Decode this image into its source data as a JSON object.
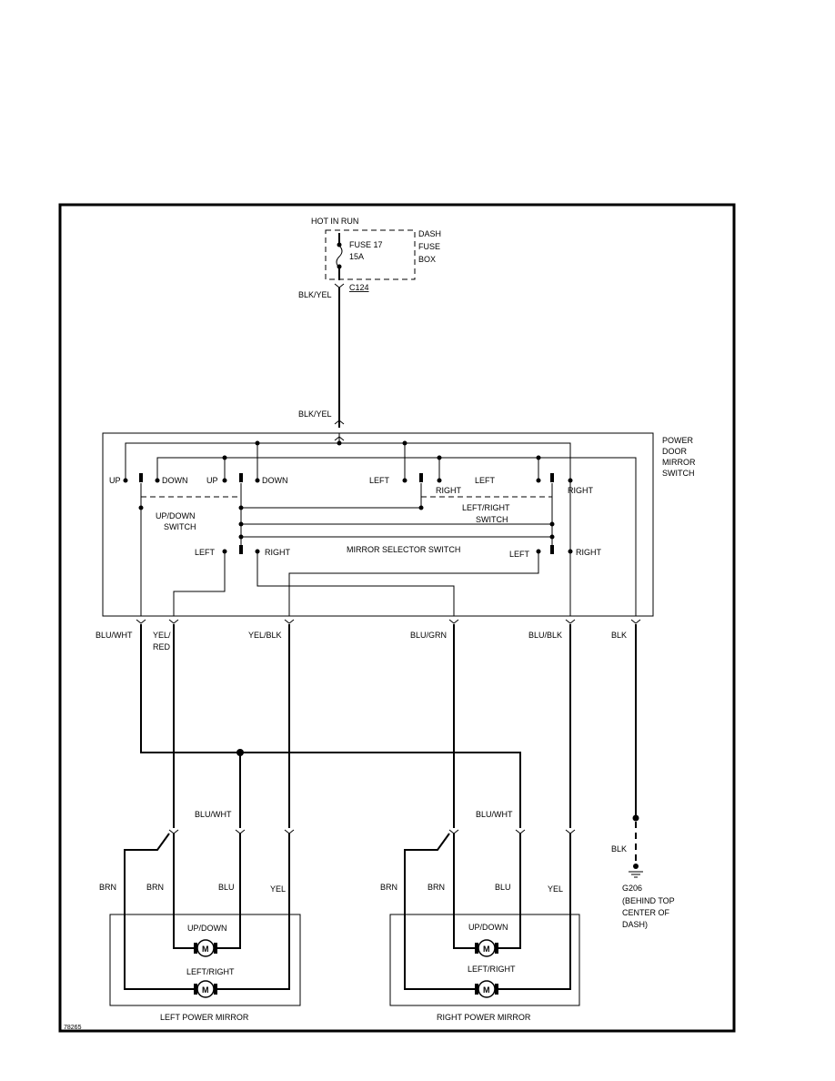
{
  "fuse": {
    "hot_label": "HOT IN RUN",
    "fuse_name": "FUSE 17",
    "fuse_rating": "15A",
    "box_line1": "DASH",
    "box_line2": "FUSE",
    "box_line3": "BOX",
    "connector": "C124"
  },
  "wires": {
    "feed_top": "BLK/YEL",
    "feed_bottom": "BLK/YEL",
    "blu_wht": "BLU/WHT",
    "yel_red_1": "YEL/",
    "yel_red_2": "RED",
    "yel_blk": "YEL/BLK",
    "blu_grn": "BLU/GRN",
    "blu_blk": "BLU/BLK",
    "blk": "BLK",
    "blk_ground": "BLK",
    "blu_wht_left": "BLU/WHT",
    "blu_wht_right": "BLU/WHT"
  },
  "switch": {
    "title_1": "POWER",
    "title_2": "DOOR",
    "title_3": "MIRROR",
    "title_4": "SWITCH",
    "up1": "UP",
    "down1": "DOWN",
    "up2": "UP",
    "down2": "DOWN",
    "left1": "LEFT",
    "left2": "LEFT",
    "right1": "RIGHT",
    "right2": "RIGHT",
    "updown_1": "UP/DOWN",
    "updown_2": "SWITCH",
    "leftright_1": "LEFT/RIGHT",
    "leftright_2": "SWITCH",
    "selector": "MIRROR SELECTOR SWITCH",
    "sel_left1": "LEFT",
    "sel_right1": "RIGHT",
    "sel_left2": "LEFT",
    "sel_right2": "RIGHT"
  },
  "ground": {
    "name": "G206",
    "desc1": "(BEHIND TOP",
    "desc2": "CENTER OF",
    "desc3": "DASH)"
  },
  "left_mirror": {
    "brn_a": "BRN",
    "brn_b": "BRN",
    "blu": "BLU",
    "yel": "YEL",
    "updown": "UP/DOWN",
    "leftright": "LEFT/RIGHT",
    "motor": "M",
    "motor2": "M",
    "title": "LEFT POWER MIRROR"
  },
  "right_mirror": {
    "brn_a": "BRN",
    "brn_b": "BRN",
    "blu": "BLU",
    "yel": "YEL",
    "updown": "UP/DOWN",
    "leftright": "LEFT/RIGHT",
    "motor": "M",
    "motor2": "M",
    "title": "RIGHT POWER MIRROR"
  },
  "figure_id": "78265"
}
